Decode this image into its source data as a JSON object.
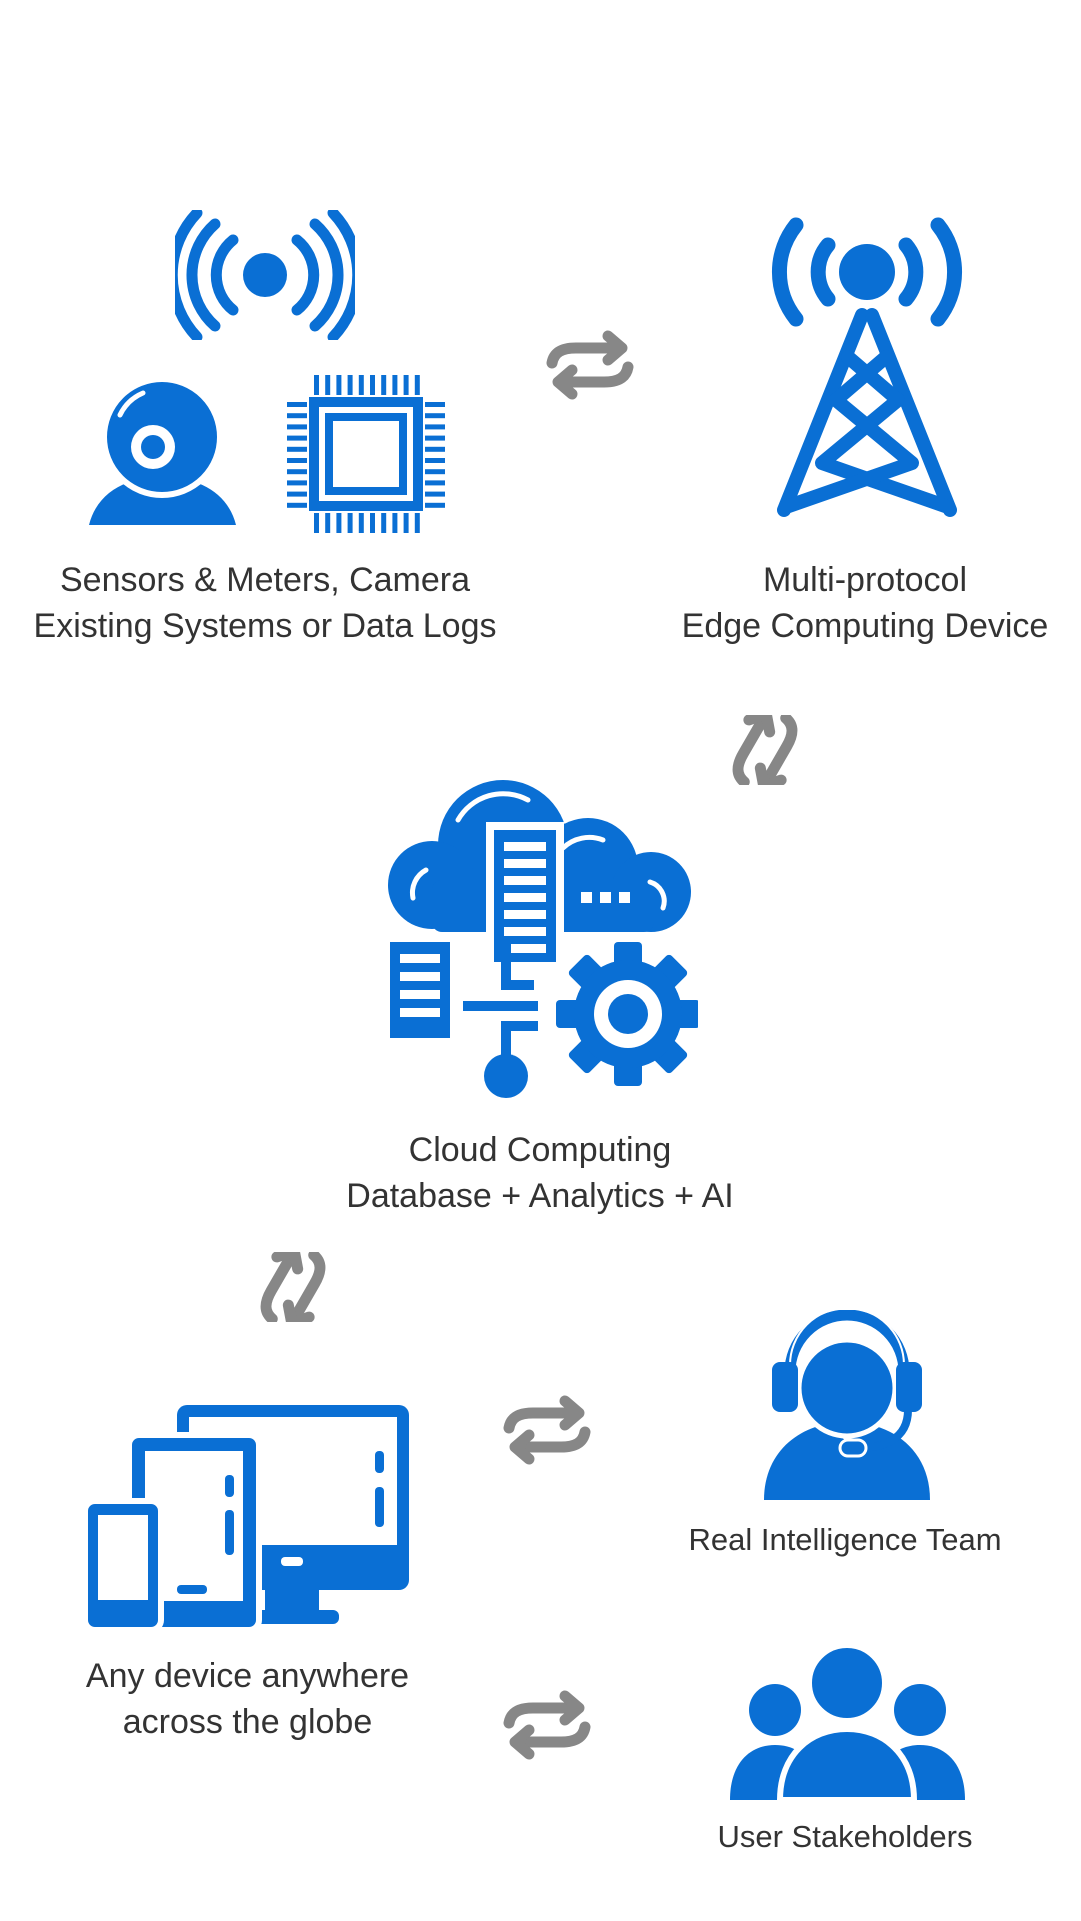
{
  "colors": {
    "primary": "#0a6fd4",
    "arrow": "#878787",
    "text": "#333333",
    "background": "#ffffff"
  },
  "nodes": {
    "sensors": {
      "icons": [
        "wireless-signal-icon",
        "webcam-icon",
        "microchip-icon"
      ],
      "line1": "Sensors & Meters, Camera",
      "line2": "Existing Systems or Data Logs"
    },
    "edge": {
      "icons": [
        "radio-tower-icon"
      ],
      "line1": "Multi-protocol",
      "line2": "Edge Computing Device"
    },
    "cloud": {
      "icons": [
        "cloud-server-network-icon"
      ],
      "line1": "Cloud Computing",
      "line2": "Database + Analytics + AI"
    },
    "devices": {
      "icons": [
        "multi-device-icon"
      ],
      "line1": "Any device anywhere",
      "line2": "across the globe"
    },
    "team": {
      "icons": [
        "support-agent-icon"
      ],
      "line1": "Real Intelligence Team"
    },
    "stakeholders": {
      "icons": [
        "user-group-icon"
      ],
      "line1": "User Stakeholders"
    }
  },
  "connections": [
    {
      "from": "sensors",
      "to": "edge",
      "icon": "bidirectional-arrow-icon"
    },
    {
      "from": "edge",
      "to": "cloud",
      "icon": "bidirectional-arrow-icon"
    },
    {
      "from": "cloud",
      "to": "devices",
      "icon": "bidirectional-arrow-icon"
    },
    {
      "from": "devices",
      "to": "team",
      "icon": "bidirectional-arrow-icon"
    },
    {
      "from": "devices",
      "to": "stakeholders",
      "icon": "bidirectional-arrow-icon"
    }
  ]
}
